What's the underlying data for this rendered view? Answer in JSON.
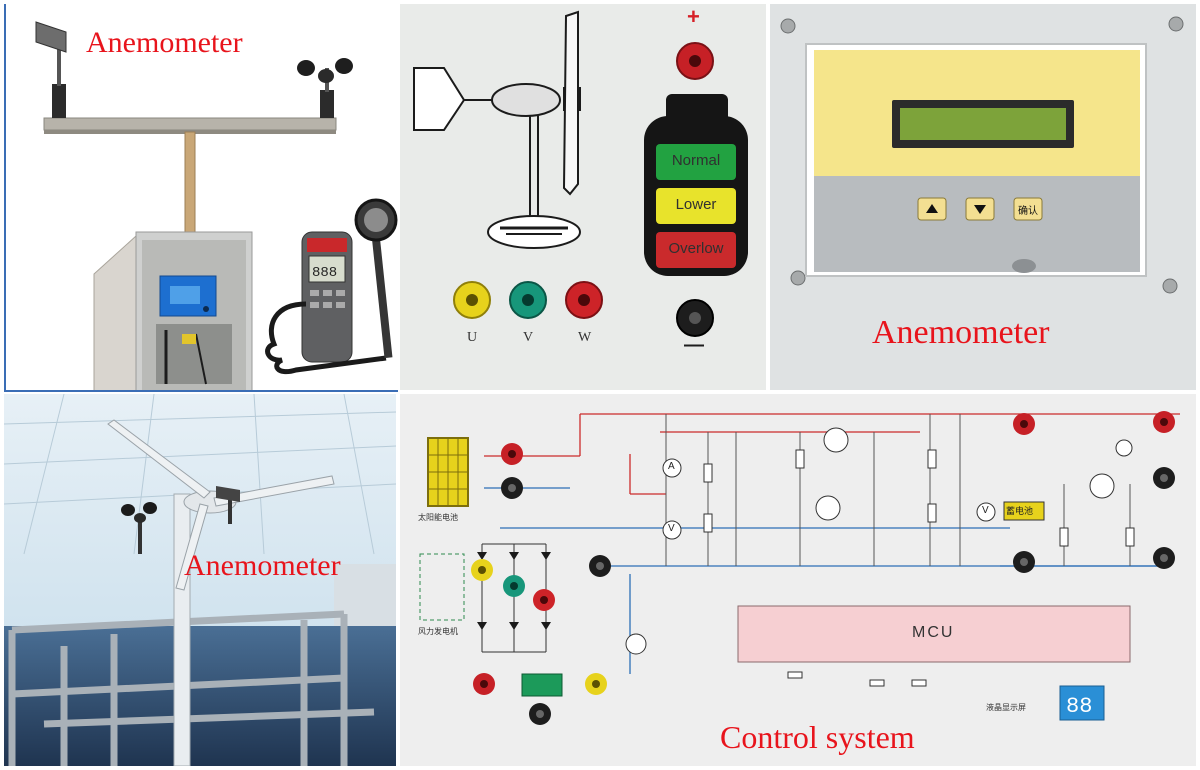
{
  "captions": {
    "top_left": "Anemometer",
    "top_right": "Anemometer",
    "bottom_left": "Anemometer",
    "bottom_right": "Control system"
  },
  "panel_turbine": {
    "plus_sign": "+",
    "minus_sign": "—",
    "battery_levels": [
      "Normal",
      "Lower",
      "Overlow"
    ],
    "terminal_labels": [
      "U",
      "V",
      "W"
    ]
  },
  "panel_controller": {
    "confirm_button": "确认"
  },
  "panel_control_system": {
    "mcu_label": "MCU",
    "battery_label": "蓄电池",
    "solar_label": "太阳能电池",
    "wind_label": "风力发电机",
    "display_label": "液晶显示屏",
    "meter_a": "A",
    "meter_v1": "V",
    "meter_v2": "V"
  },
  "colors": {
    "caption": "#e8141c",
    "normal": "#1f9a3c",
    "lower": "#e6e02a",
    "overlow": "#c8282a",
    "lcd": "#7da33a",
    "mcu": "#f6cfd2"
  }
}
